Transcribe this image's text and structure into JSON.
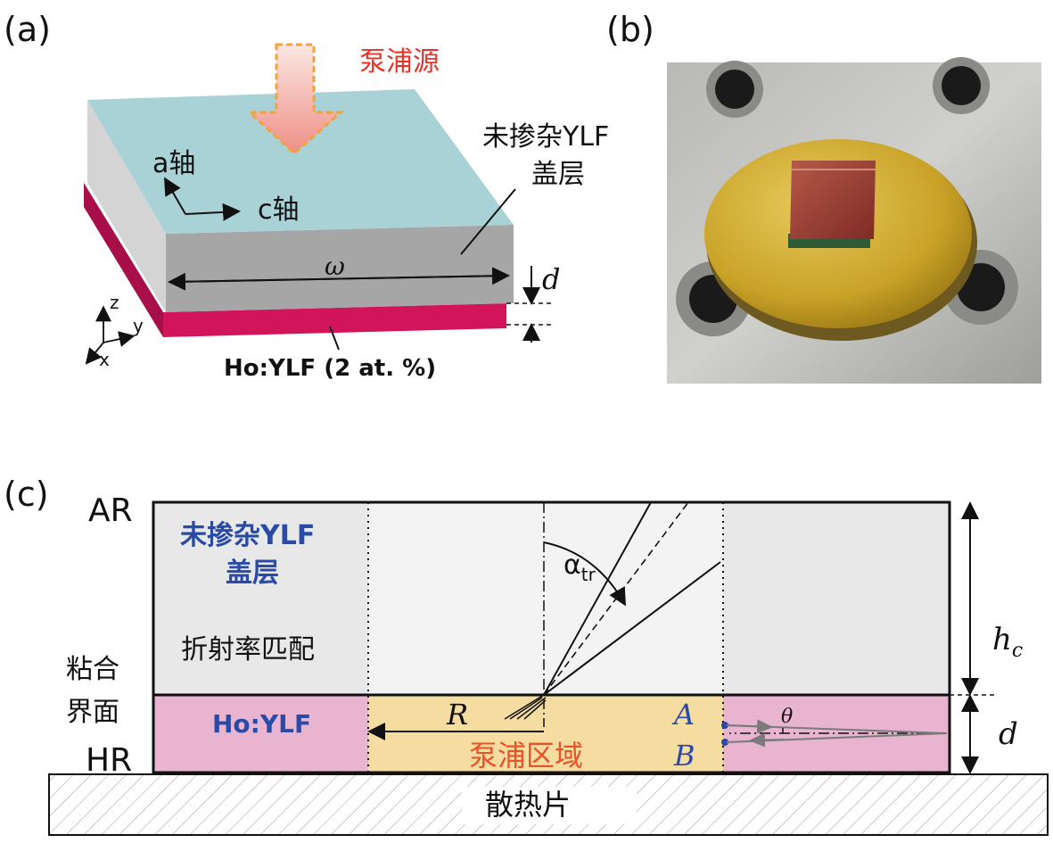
{
  "panel_labels": {
    "a": "(a)",
    "b": "(b)",
    "c": "(c)"
  },
  "panel_a": {
    "pump_source": "泵浦源",
    "a_axis": "a轴",
    "c_axis": "c轴",
    "cap_label_line1": "未掺杂YLF",
    "cap_label_line2": "盖层",
    "width_symbol": "ω",
    "thickness_symbol": "d",
    "coord_z": "z",
    "coord_y": "y",
    "coord_x": "x",
    "doped_label": "Ho:YLF (2 at. %)"
  },
  "panel_c": {
    "ar": "AR",
    "hr": "HR",
    "bond_interface_line1": "粘合",
    "bond_interface_line2": "界面",
    "cap_line1": "未掺杂YLF",
    "cap_line2": "盖层",
    "index_match": "折射率匹配",
    "ho_ylf": "Ho:YLF",
    "r_symbol": "R",
    "pump_region": "泵浦区域",
    "alpha": "α",
    "alpha_sub": "tr",
    "point_a": "A",
    "point_b": "B",
    "theta": "θ",
    "hc": "h",
    "hc_sub": "c",
    "d": "d",
    "heat_sink": "散热片"
  },
  "colors": {
    "cap_top": "#a9d2d6",
    "cap_side": "#a6a6a6",
    "doped_layer": "#d2145a",
    "pump_arrow": "#f1a98a",
    "pump_text": "#e8332a",
    "cap_region": "#e8e8e8",
    "doped_region": "#e8b4d0",
    "pump_zone": "#f5dca0",
    "blue_text": "#2a4aa8",
    "photo_gold": "#c9a227",
    "photo_crystal": "#9a3c32"
  }
}
